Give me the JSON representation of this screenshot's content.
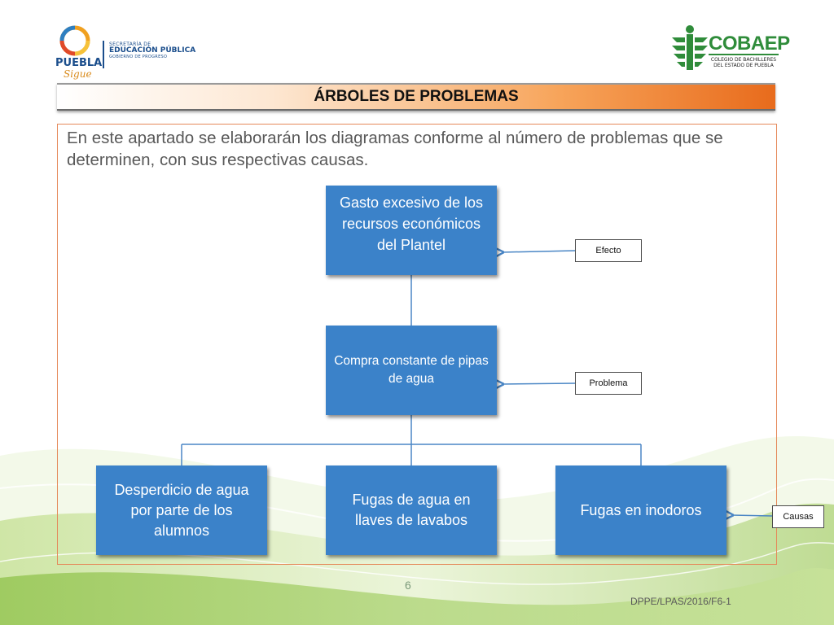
{
  "header": {
    "puebla_logo_text": "PUEBLA",
    "puebla_logo_tagline": "Sigue",
    "sep_line1": "SECRETARÍA DE",
    "sep_line2": "EDUCACIÓN PÚBLICA",
    "sep_line3": "GOBIERNO DE PROGRESO",
    "cobaep_name": "COBAEP",
    "cobaep_line1": "COLEGIO DE BACHILLERES",
    "cobaep_line2": "DEL ESTADO DE PUEBLA"
  },
  "title": "ÁRBOLES DE PROBLEMAS",
  "intro": "En este apartado se elaborarán los diagramas conforme al número de problemas que se determinen, con sus respectivas causas.",
  "diagram": {
    "effect": "Gasto excesivo de los recursos económicos del Plantel",
    "problem": "Compra constante de pipas de agua",
    "causes": [
      "Desperdicio de agua por parte de los alumnos",
      "Fugas de agua en llaves de lavabos",
      "Fugas en inodoros"
    ],
    "labels": {
      "effect": "Efecto",
      "problem": "Problema",
      "causes": "Causas"
    }
  },
  "colors": {
    "box_fill": "#3b82c9",
    "connector": "#4a86c5",
    "title_bar_accent": "#e86b1c",
    "frame_border": "#e5895a"
  },
  "footer": {
    "page_number": "6",
    "code": "DPPE/LPAS/2016/F6-1"
  }
}
